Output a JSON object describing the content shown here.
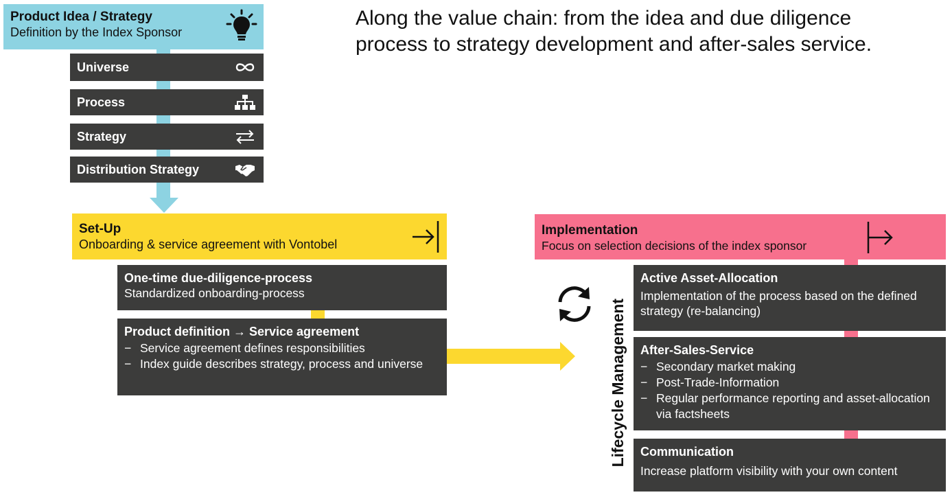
{
  "headline": {
    "line1": "Along the value chain: from the idea and due diligence",
    "line2": "process to strategy development and after-sales service."
  },
  "product_idea": {
    "title": "Product Idea / Strategy",
    "subtitle": "Definition by the Index Sponsor",
    "icon": "lightbulb-icon",
    "items": [
      {
        "label": "Universe",
        "icon": "infinity-icon"
      },
      {
        "label": "Process",
        "icon": "org-chart-icon"
      },
      {
        "label": "Strategy",
        "icon": "swap-arrows-icon"
      },
      {
        "label": "Distribution Strategy",
        "icon": "handshake-icon"
      }
    ]
  },
  "setup": {
    "title": "Set-Up",
    "subtitle": "Onboarding & service agreement with Vontobel",
    "icon": "arrow-to-bar-icon",
    "due_diligence": {
      "title": "One-time due-diligence-process",
      "text": "Standardized onboarding-process"
    },
    "product_definition": {
      "title": "Product definition → Service agreement",
      "bullets": [
        "Service agreement defines responsibilities",
        "Index guide describes strategy, process and universe"
      ]
    }
  },
  "implementation": {
    "title": "Implementation",
    "subtitle": "Focus on selection decisions of the index sponsor",
    "icon": "arrow-from-bar-icon",
    "lifecycle_label": "Lifecycle Management",
    "lifecycle_icon": "refresh-cycle-icon",
    "active_allocation": {
      "title": "Active Asset-Allocation",
      "text": "Implementation of the process based on the defined strategy (re-balancing)"
    },
    "after_sales": {
      "title": "After-Sales-Service",
      "bullets": [
        "Secondary market making",
        "Post-Trade-Information",
        "Regular performance reporting  and asset-allocation via factsheets"
      ]
    },
    "communication": {
      "title": "Communication",
      "text": "Increase platform visibility with your own content"
    }
  },
  "colors": {
    "blue": "#8dd3e2",
    "yellow": "#fcd82f",
    "pink": "#f7708d",
    "dark": "#3c3c3b"
  }
}
